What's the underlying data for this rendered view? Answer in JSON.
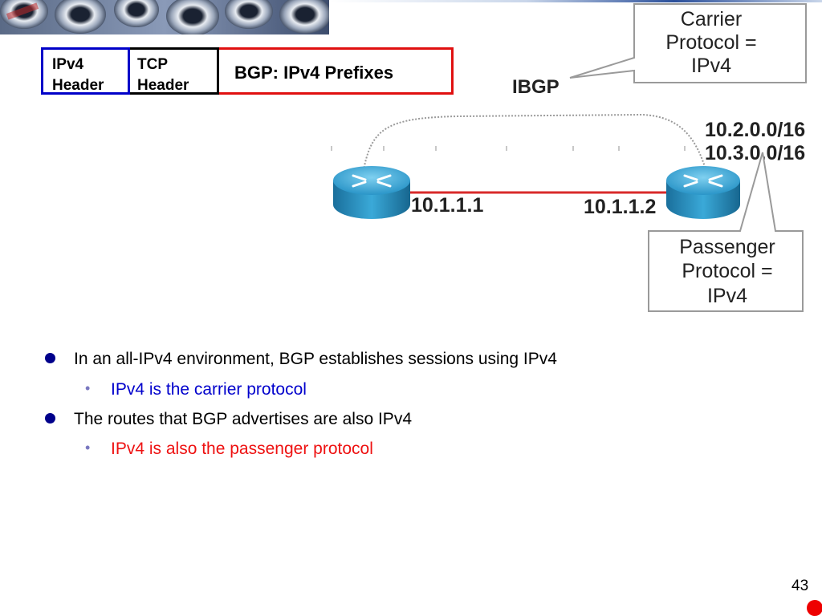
{
  "packet_header": {
    "ipv4_header": "IPv4\nHeader",
    "tcp_header": "TCP\nHeader",
    "payload": "BGP: IPv4 Prefixes"
  },
  "diagram": {
    "session_label": "IBGP",
    "carrier_callout": [
      "Carrier",
      "Protocol =",
      "IPv4"
    ],
    "prefixes": [
      "10.2.0.0/16",
      "10.3.0.0/16"
    ],
    "left_router_address": "10.1.1.1",
    "right_router_address": "10.1.1.2",
    "passenger_callout": [
      "Passenger",
      "Protocol =",
      "IPv4"
    ]
  },
  "bullets": [
    {
      "level": 1,
      "text": "In an all-IPv4 environment, BGP establishes sessions using IPv4",
      "color": "#000000"
    },
    {
      "level": 2,
      "text": "IPv4 is the carrier protocol",
      "color": "#0000cc"
    },
    {
      "level": 1,
      "text": "The routes that BGP advertises are also IPv4",
      "color": "#000000"
    },
    {
      "level": 2,
      "text": "IPv4 is also the passenger protocol",
      "color": "#ee1111"
    }
  ],
  "page_number": "43",
  "colors": {
    "ipv4_header_border": "#0000c8",
    "tcp_header_border": "#000000",
    "payload_border": "#e01010",
    "router_body": "#1f8fc4",
    "link": "#d82a2a"
  },
  "icons": {
    "router": "router-icon",
    "nav": "nav-dot-icon"
  }
}
